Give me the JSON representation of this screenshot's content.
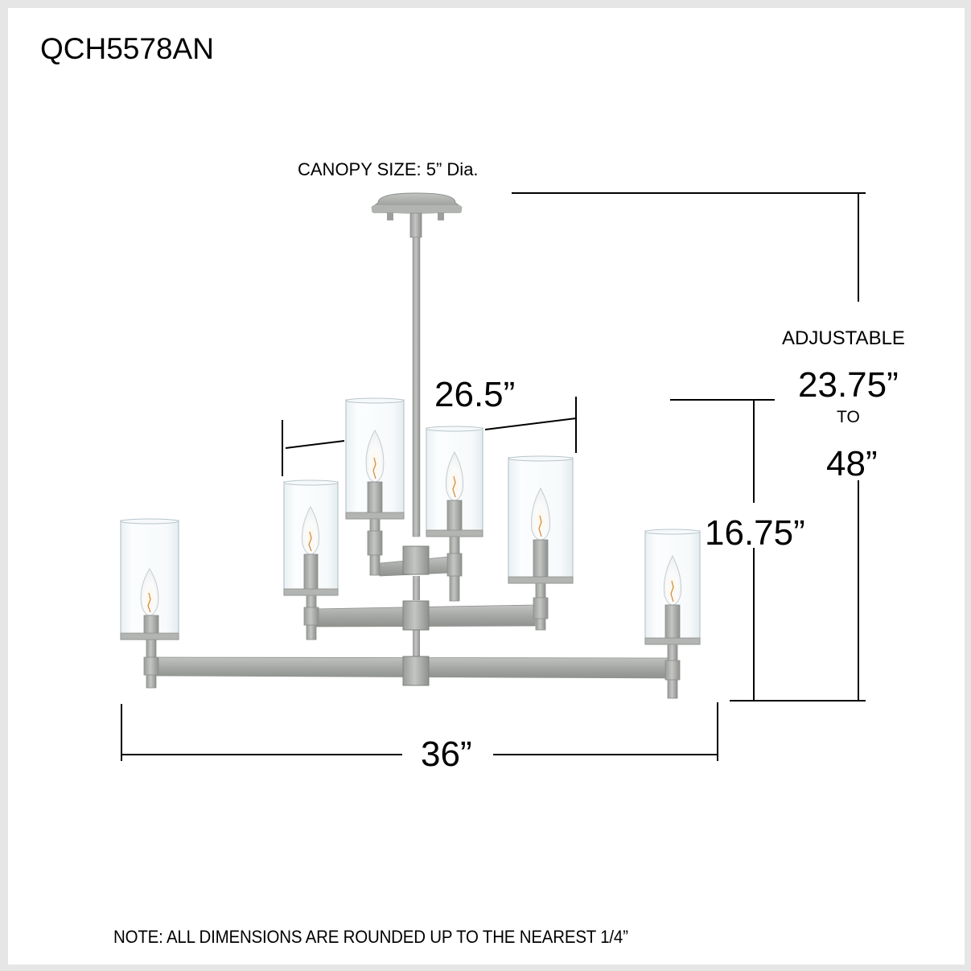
{
  "title": "QCH5578AN",
  "labels": {
    "canopy": "CANOPY SIZE: 5” Dia.",
    "adjustable": "ADJUSTABLE",
    "adjustable_min": "23.75”",
    "adjustable_to": "TO",
    "adjustable_max": "48”",
    "body_height": "16.75”",
    "inner_width": "26.5”",
    "overall_width": "36”"
  },
  "note": "NOTE: ALL DIMENSIONS ARE ROUNDED UP TO THE NEAREST 1/4”",
  "colors": {
    "frame": "#e6e6e6",
    "background": "#ffffff",
    "metal": "#a9aba8",
    "metal_dark": "#8a8c8a",
    "glass": "#f3f7f9",
    "glass_edge": "#b9c6cc",
    "bulb_glow": "#e6a04a",
    "dimension_line": "#000000"
  },
  "fixture": {
    "name": "6-light chandelier",
    "lights": 6,
    "finish": "antique nickel"
  }
}
